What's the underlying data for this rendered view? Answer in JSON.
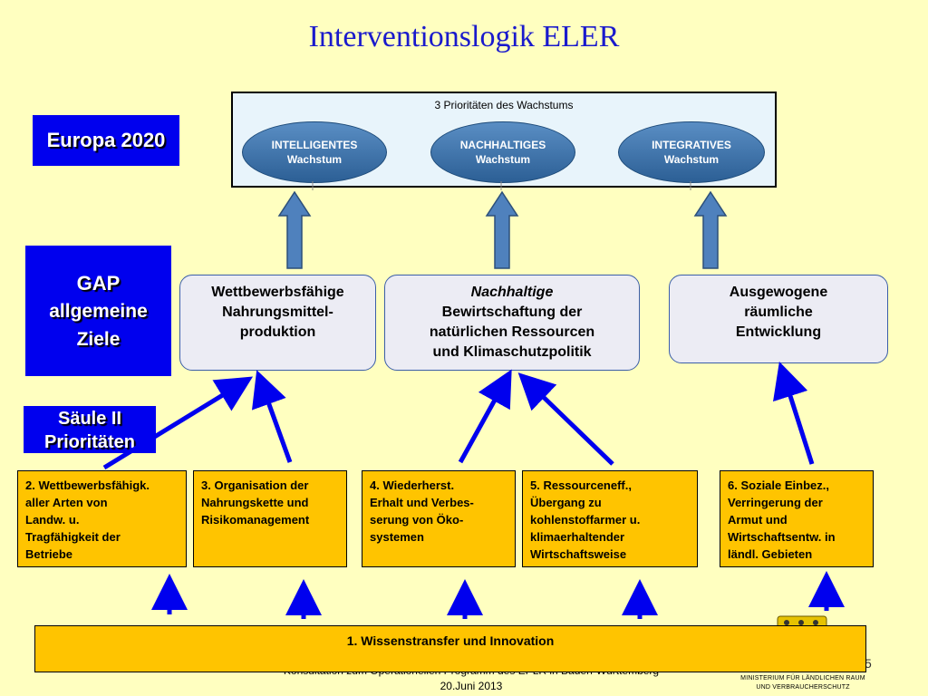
{
  "title": "Interventionslogik ELER",
  "left_labels": {
    "europa": "Europa 2020",
    "gap_line1": "GAP",
    "gap_line2": "allgemeine",
    "gap_line3": "Ziele",
    "saeule_line1": "Säule II",
    "saeule_line2": "Prioritäten"
  },
  "growth": {
    "heading": "3 Prioritäten des Wachstums",
    "items": [
      {
        "line1": "INTELLIGENTES",
        "line2": "Wachstum"
      },
      {
        "line1": "NACHHALTIGES",
        "line2": "Wachstum"
      },
      {
        "line1": "INTEGRATIVES",
        "line2": "Wachstum"
      }
    ]
  },
  "goals": [
    {
      "lines": [
        "Wettbewerbsfähige",
        "Nahrungsmittel-",
        "produktion"
      ]
    },
    {
      "italic": "Nachhaltige",
      "lines": [
        "Bewirtschaftung der",
        "natürlichen Ressourcen",
        "und Klimaschutzpolitik"
      ]
    },
    {
      "lines": [
        "Ausgewogene",
        "räumliche",
        "Entwicklung"
      ]
    }
  ],
  "priorities": [
    {
      "lines": [
        "2. Wettbewerbsfähigk.",
        "aller Arten von",
        "Landw. u.",
        "Tragfähigkeit der",
        "Betriebe"
      ]
    },
    {
      "lines": [
        "3. Organisation der",
        "Nahrungskette und",
        "Risikomanagement"
      ]
    },
    {
      "lines": [
        "4. Wiederherst.",
        "Erhalt und Verbes-",
        "serung von Öko-",
        "systemen"
      ]
    },
    {
      "lines": [
        "5. Ressourceneff.,",
        "Übergang zu",
        "kohlenstoffarmer u.",
        "klimaerhaltender",
        "Wirtschaftsweise"
      ]
    },
    {
      "lines": [
        "6. Soziale Einbez.,",
        "Verringerung der",
        "Armut und",
        "Wirtschaftsentw. in",
        "ländl. Gebieten"
      ]
    }
  ],
  "base": {
    "label": "1.   Wissenstransfer  und  Innovation"
  },
  "footer": {
    "line1": "Konsultation zum Operationellen Programm des EPLR in Baden-Württemberg",
    "line2": "20.Juni 2013"
  },
  "ministry": {
    "line1": "MINISTERIUM FÜR LÄNDLICHEN RAUM",
    "line2": "UND VERBRAUCHERSCHUTZ"
  },
  "colors": {
    "background": "#ffffc0",
    "title": "#1a1acc",
    "label_box": "#0000ee",
    "priority_box": "#ffc400",
    "goal_box": "#ececf4",
    "arrow_blue": "#4f81bd",
    "arrow_line": "#0000ee"
  }
}
